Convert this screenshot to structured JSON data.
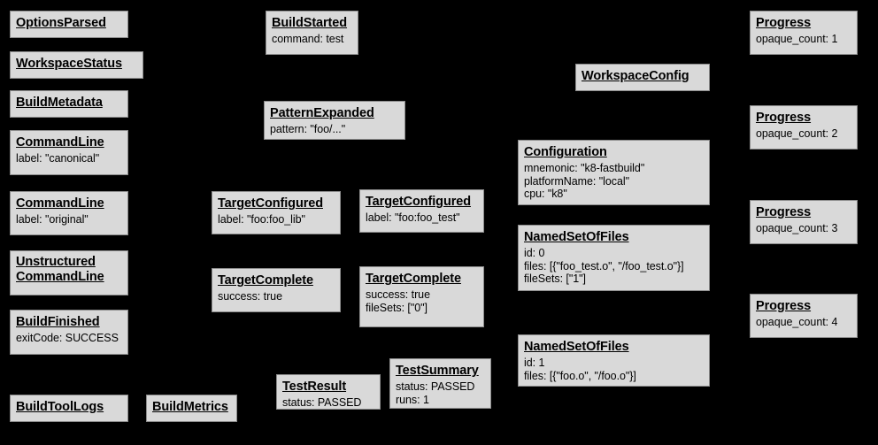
{
  "diagram": {
    "background_color": "#000000",
    "node_fill_color": "#d9d9d9",
    "node_border_color": "#8c8c8c",
    "text_color": "#000000",
    "nodes": [
      {
        "id": "options-parsed",
        "title": "OptionsParsed",
        "fields": []
      },
      {
        "id": "workspace-status",
        "title": "WorkspaceStatus",
        "fields": []
      },
      {
        "id": "build-metadata",
        "title": "BuildMetadata",
        "fields": []
      },
      {
        "id": "command-line-canonical",
        "title": "CommandLine",
        "fields": [
          "label: \"canonical\""
        ]
      },
      {
        "id": "command-line-original",
        "title": "CommandLine",
        "fields": [
          "label: \"original\""
        ]
      },
      {
        "id": "unstructured-command-line",
        "title": "Unstructured CommandLine",
        "fields": []
      },
      {
        "id": "build-finished",
        "title": "BuildFinished",
        "fields": [
          "exitCode: SUCCESS"
        ]
      },
      {
        "id": "build-tool-logs",
        "title": "BuildToolLogs",
        "fields": []
      },
      {
        "id": "build-metrics",
        "title": "BuildMetrics",
        "fields": []
      },
      {
        "id": "build-started",
        "title": "BuildStarted",
        "fields": [
          "command: test"
        ]
      },
      {
        "id": "pattern-expanded",
        "title": "PatternExpanded",
        "fields": [
          "pattern: \"foo/...\""
        ]
      },
      {
        "id": "target-configured-lib",
        "title": "TargetConfigured",
        "fields": [
          "label: \"foo:foo_lib\""
        ]
      },
      {
        "id": "target-configured-test",
        "title": "TargetConfigured",
        "fields": [
          "label: \"foo:foo_test\""
        ]
      },
      {
        "id": "target-complete-lib",
        "title": "TargetComplete",
        "fields": [
          "success: true"
        ]
      },
      {
        "id": "target-complete-test",
        "title": "TargetComplete",
        "fields": [
          "success: true",
          "fileSets: [\"0\"]"
        ]
      },
      {
        "id": "test-result",
        "title": "TestResult",
        "fields": [
          "status: PASSED"
        ]
      },
      {
        "id": "test-summary",
        "title": "TestSummary",
        "fields": [
          "status: PASSED",
          "runs: 1"
        ]
      },
      {
        "id": "workspace-config",
        "title": "WorkspaceConfig",
        "fields": []
      },
      {
        "id": "configuration",
        "title": "Configuration",
        "fields": [
          "mnemonic: \"k8-fastbuild\"",
          "platformName: \"local\"",
          "cpu: \"k8\""
        ]
      },
      {
        "id": "named-set-of-files-0",
        "title": "NamedSetOfFiles",
        "fields": [
          "id: 0",
          "files: [{\"foo_test.o\", \"/foo_test.o\"}]",
          "fileSets: [\"1\"]"
        ]
      },
      {
        "id": "named-set-of-files-1",
        "title": "NamedSetOfFiles",
        "fields": [
          "id: 1",
          "files: [{\"foo.o\", \"/foo.o\"}]"
        ]
      },
      {
        "id": "progress-1",
        "title": "Progress",
        "fields": [
          "opaque_count: 1"
        ]
      },
      {
        "id": "progress-2",
        "title": "Progress",
        "fields": [
          "opaque_count: 2"
        ]
      },
      {
        "id": "progress-3",
        "title": "Progress",
        "fields": [
          "opaque_count: 3"
        ]
      },
      {
        "id": "progress-4",
        "title": "Progress",
        "fields": [
          "opaque_count: 4"
        ]
      }
    ]
  }
}
